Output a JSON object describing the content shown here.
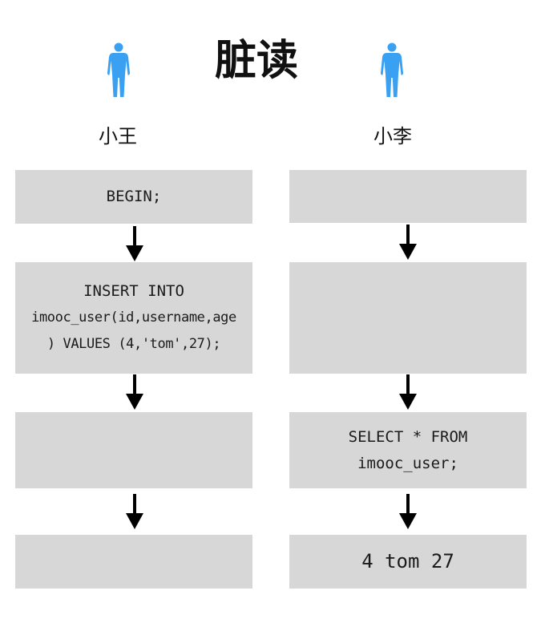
{
  "title": "脏读",
  "left": {
    "name": "小王",
    "steps": [
      [
        "BEGIN;"
      ],
      [
        "INSERT INTO",
        "imooc_user(id,username,age",
        ") VALUES (4,'tom',27);"
      ],
      [],
      []
    ]
  },
  "right": {
    "name": "小李",
    "steps": [
      [],
      [],
      [
        "SELECT * FROM",
        "imooc_user;"
      ],
      [
        "4 tom 27"
      ]
    ]
  },
  "colors": {
    "person": "#3aa1f2",
    "box": "#d7d7d7",
    "arrow": "#000000",
    "text": "#111111"
  },
  "icons": {
    "person": "person-icon",
    "arrow": "arrow-down-icon"
  }
}
